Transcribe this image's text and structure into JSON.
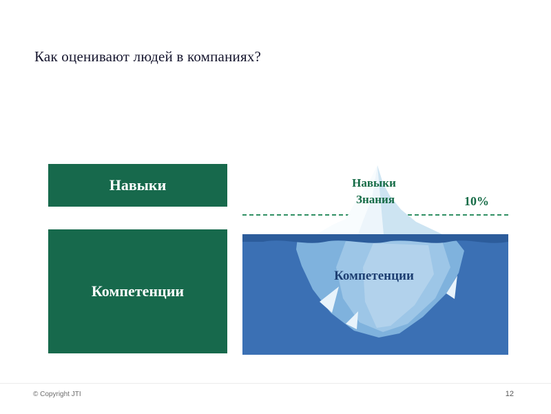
{
  "slide": {
    "title": "Как оценивают людей в компаниях?",
    "copyright": "© Copyright JTI",
    "page_number": "12"
  },
  "boxes": {
    "skills": "Навыки",
    "competencies": "Компетенции"
  },
  "iceberg": {
    "above_labels": [
      "Навыки",
      "Знания"
    ],
    "percent": "10%",
    "below_label": "Компетенции"
  },
  "colors": {
    "box_green": "#17694c",
    "dashed_line_green": "#2f8f63",
    "label_green": "#156b46",
    "label_navy": "#1e3f72",
    "water_blue": "#3b70b4",
    "water_surface_dark": "#2c5c9b",
    "iceberg_above": "#edf5fb",
    "iceberg_below": "#7fb2dd"
  }
}
